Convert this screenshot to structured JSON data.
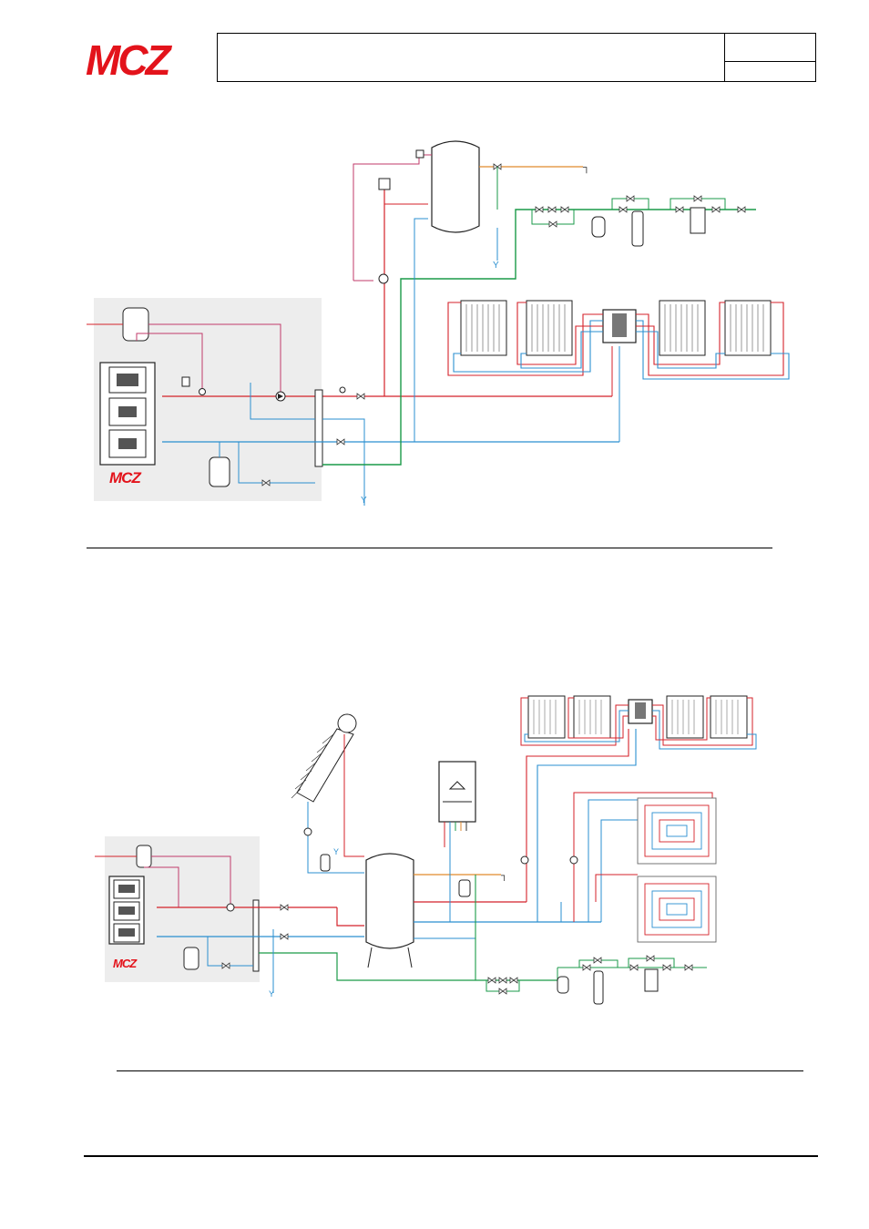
{
  "header": {
    "brand": "MCZ",
    "title": "",
    "code": "",
    "page": ""
  },
  "diagram1": {
    "boiler_brand": "MCZ"
  },
  "diagram2": {
    "boiler_brand": "MCZ"
  },
  "colors": {
    "brand_red": "#e3131b",
    "supply_red": "#d4222a",
    "return_blue": "#2a8fd0",
    "cold_green": "#1a9a48",
    "hot_orange": "#e08a2c",
    "panel_gray": "#ededed"
  }
}
